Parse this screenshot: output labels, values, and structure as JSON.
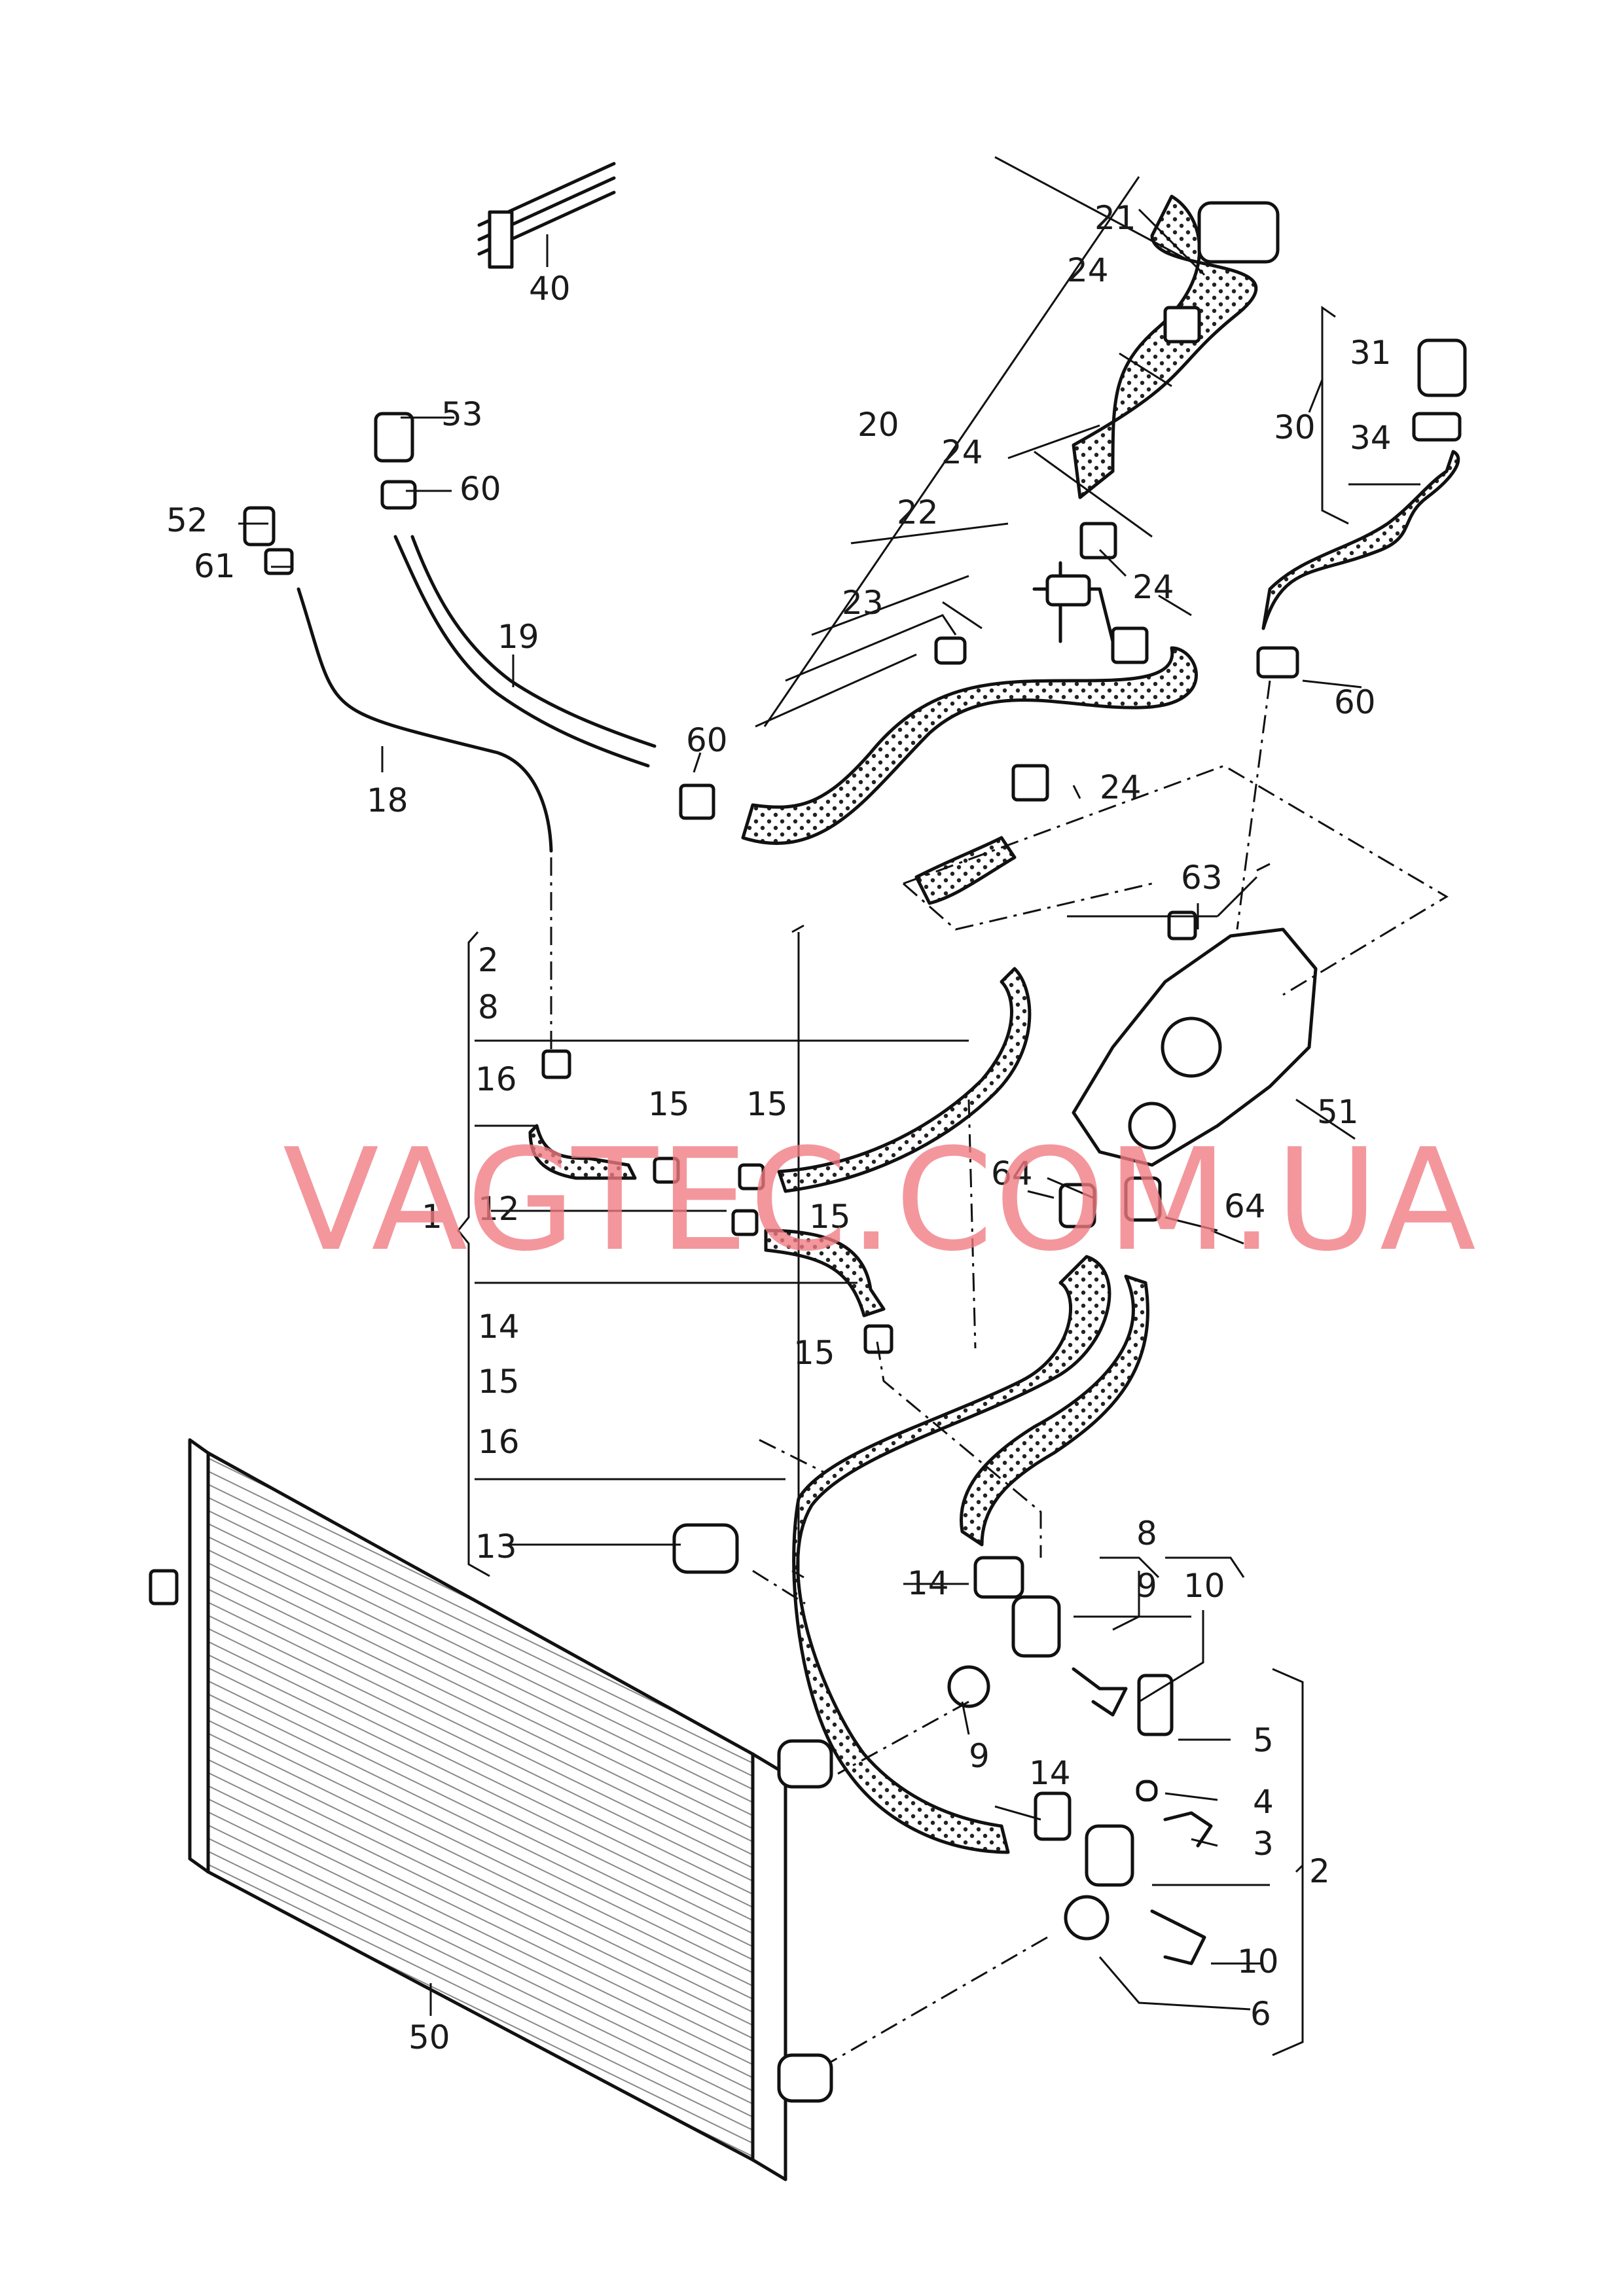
{
  "watermark": "VAGTEC.COM.UA",
  "callouts": {
    "l1": "1",
    "l2a": "2",
    "l8a": "8",
    "l12": "12",
    "l13": "13",
    "l14a": "14",
    "l15b": "15",
    "l16b": "16",
    "l16a": "16",
    "l15a": "15",
    "l15c": "15",
    "l15d": "15",
    "l15e": "15",
    "l18": "18",
    "l19": "19",
    "l20": "20",
    "l21": "21",
    "l22": "22",
    "l23": "23",
    "l24a": "24",
    "l24b": "24",
    "l24c": "24",
    "l24d": "24",
    "l30": "30",
    "l31": "31",
    "l34": "34",
    "l40": "40",
    "l50": "50",
    "l51": "51",
    "l52": "52",
    "l53": "53",
    "l60a": "60",
    "l60b": "60",
    "l60c": "60",
    "l61": "61",
    "l63": "63",
    "l64a": "64",
    "l64b": "64",
    "l8b": "8",
    "l9a": "9",
    "l10a": "10",
    "l9b": "9",
    "l14b": "14",
    "l14c": "14",
    "l2b": "2",
    "l3": "3",
    "l4": "4",
    "l5": "5",
    "l6": "6",
    "l10b": "10"
  }
}
